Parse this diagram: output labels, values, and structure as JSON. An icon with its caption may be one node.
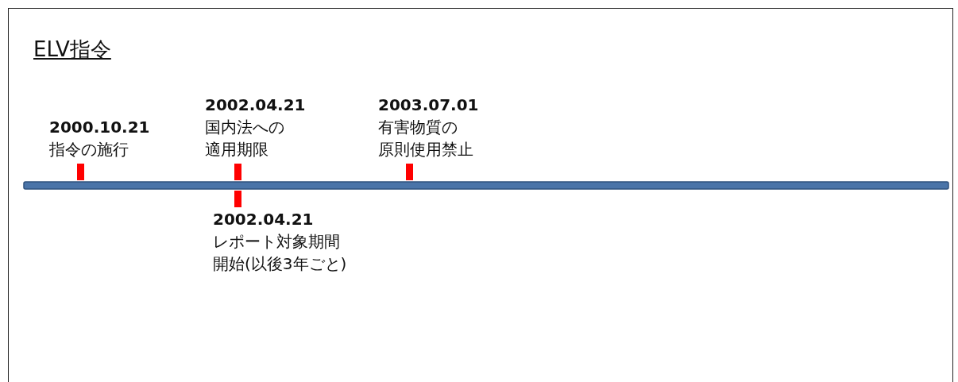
{
  "diagram": {
    "title": "ELV指令",
    "labels": [
      "2000.10.21",
      "指令の施行",
      "2002.04.21",
      "国内法への適用期限",
      "2003.07.01",
      "有害物質の原則使用禁止",
      "2002.04.21",
      "レポート対象期間開始(以後3年ごと)"
    ]
  }
}
